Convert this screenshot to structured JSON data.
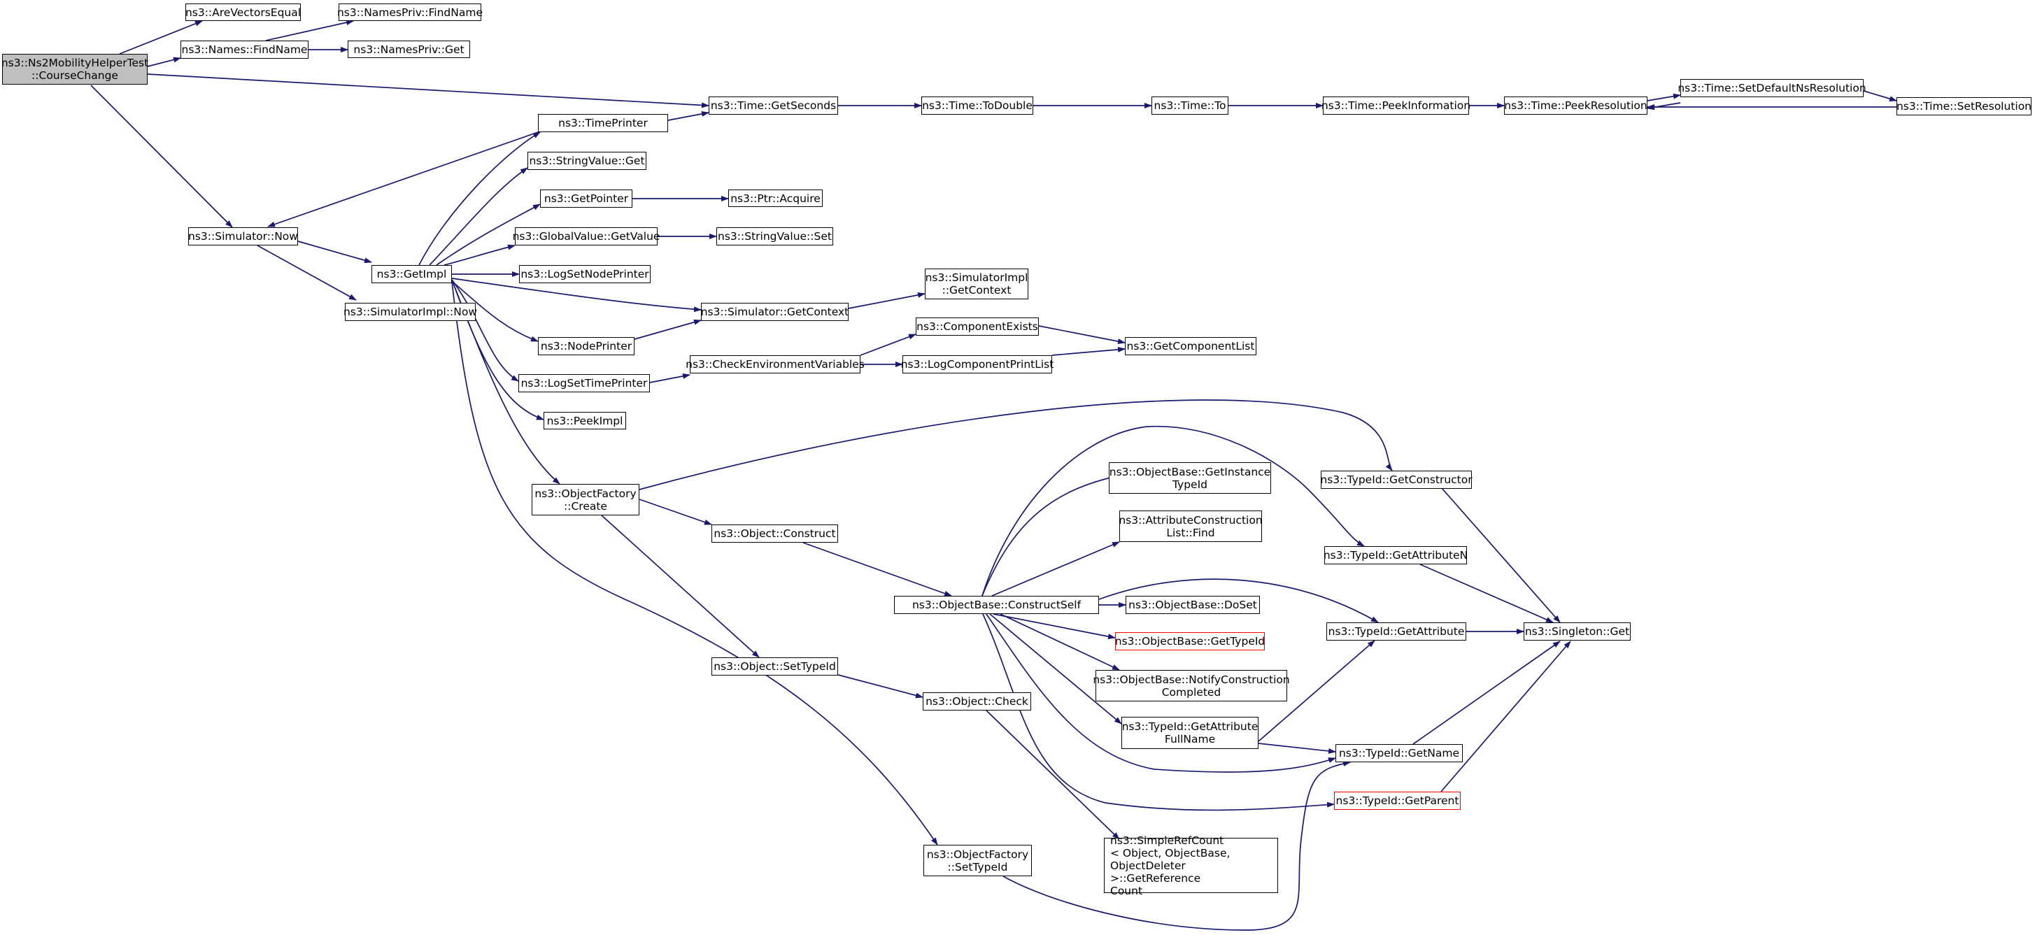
{
  "diagram": {
    "type": "call-graph",
    "colors": {
      "edge": "#191970",
      "node_border": "#000000",
      "root_fill": "#bfbfbf",
      "truncated_border": "#ff0000"
    },
    "nodes": [
      {
        "id": "root",
        "label": "ns3::Ns2MobilityHelperTest\n::CourseChange",
        "style": "root"
      },
      {
        "id": "arevec",
        "label": "ns3::AreVectorsEqual"
      },
      {
        "id": "npfind",
        "label": "ns3::NamesPriv::FindName"
      },
      {
        "id": "nfind",
        "label": "ns3::Names::FindName"
      },
      {
        "id": "npget",
        "label": "ns3::NamesPriv::Get"
      },
      {
        "id": "getsec",
        "label": "ns3::Time::GetSeconds"
      },
      {
        "id": "todouble",
        "label": "ns3::Time::ToDouble"
      },
      {
        "id": "to",
        "label": "ns3::Time::To"
      },
      {
        "id": "peekinfo",
        "label": "ns3::Time::PeekInformation"
      },
      {
        "id": "peekres",
        "label": "ns3::Time::PeekResolution"
      },
      {
        "id": "setdef",
        "label": "ns3::Time::SetDefaultNsResolution"
      },
      {
        "id": "setres",
        "label": "ns3::Time::SetResolution"
      },
      {
        "id": "tprinter",
        "label": "ns3::TimePrinter"
      },
      {
        "id": "svget",
        "label": "ns3::StringValue::Get"
      },
      {
        "id": "getptr",
        "label": "ns3::GetPointer"
      },
      {
        "id": "ptracq",
        "label": "ns3::Ptr::Acquire"
      },
      {
        "id": "gvget",
        "label": "ns3::GlobalValue::GetValue"
      },
      {
        "id": "svset",
        "label": "ns3::StringValue::Set"
      },
      {
        "id": "simnow",
        "label": "ns3::Simulator::Now"
      },
      {
        "id": "getimpl",
        "label": "ns3::GetImpl"
      },
      {
        "id": "lognode",
        "label": "ns3::LogSetNodePrinter"
      },
      {
        "id": "simimplctx",
        "label": "ns3::SimulatorImpl\n::GetContext"
      },
      {
        "id": "simctx",
        "label": "ns3::Simulator::GetContext"
      },
      {
        "id": "simimplnow",
        "label": "ns3::SimulatorImpl::Now"
      },
      {
        "id": "compexists",
        "label": "ns3::ComponentExists"
      },
      {
        "id": "nodeprinter",
        "label": "ns3::NodePrinter"
      },
      {
        "id": "getcomplist",
        "label": "ns3::GetComponentList"
      },
      {
        "id": "checkenv",
        "label": "ns3::CheckEnvironmentVariables"
      },
      {
        "id": "logcomplist",
        "label": "ns3::LogComponentPrintList"
      },
      {
        "id": "logtime",
        "label": "ns3::LogSetTimePrinter"
      },
      {
        "id": "peekimpl",
        "label": "ns3::PeekImpl"
      },
      {
        "id": "obfcreate",
        "label": "ns3::ObjectFactory\n::Create"
      },
      {
        "id": "getinst",
        "label": "ns3::ObjectBase::GetInstance\nTypeId"
      },
      {
        "id": "getctor",
        "label": "ns3::TypeId::GetConstructor"
      },
      {
        "id": "attrfind",
        "label": "ns3::AttributeConstruction\nList::Find"
      },
      {
        "id": "objcons",
        "label": "ns3::Object::Construct"
      },
      {
        "id": "getattrn",
        "label": "ns3::TypeId::GetAttributeN"
      },
      {
        "id": "consself",
        "label": "ns3::ObjectBase::ConstructSelf"
      },
      {
        "id": "doset",
        "label": "ns3::ObjectBase::DoSet"
      },
      {
        "id": "getattr",
        "label": "ns3::TypeId::GetAttribute"
      },
      {
        "id": "singleton",
        "label": "ns3::Singleton::Get"
      },
      {
        "id": "obgettid",
        "label": "ns3::ObjectBase::GetTypeId",
        "style": "truncated"
      },
      {
        "id": "objsettid",
        "label": "ns3::Object::SetTypeId"
      },
      {
        "id": "notify",
        "label": "ns3::ObjectBase::NotifyConstruction\nCompleted"
      },
      {
        "id": "objcheck",
        "label": "ns3::Object::Check"
      },
      {
        "id": "attrfull",
        "label": "ns3::TypeId::GetAttribute\nFullName"
      },
      {
        "id": "getname",
        "label": "ns3::TypeId::GetName"
      },
      {
        "id": "getparent",
        "label": "ns3::TypeId::GetParent",
        "style": "truncated"
      },
      {
        "id": "obfsettid",
        "label": "ns3::ObjectFactory\n::SetTypeId"
      },
      {
        "id": "simpleref",
        "label": "ns3::SimpleRefCount\n< Object, ObjectBase,\n ObjectDeleter >::GetReference\nCount",
        "align": "left"
      }
    ]
  }
}
